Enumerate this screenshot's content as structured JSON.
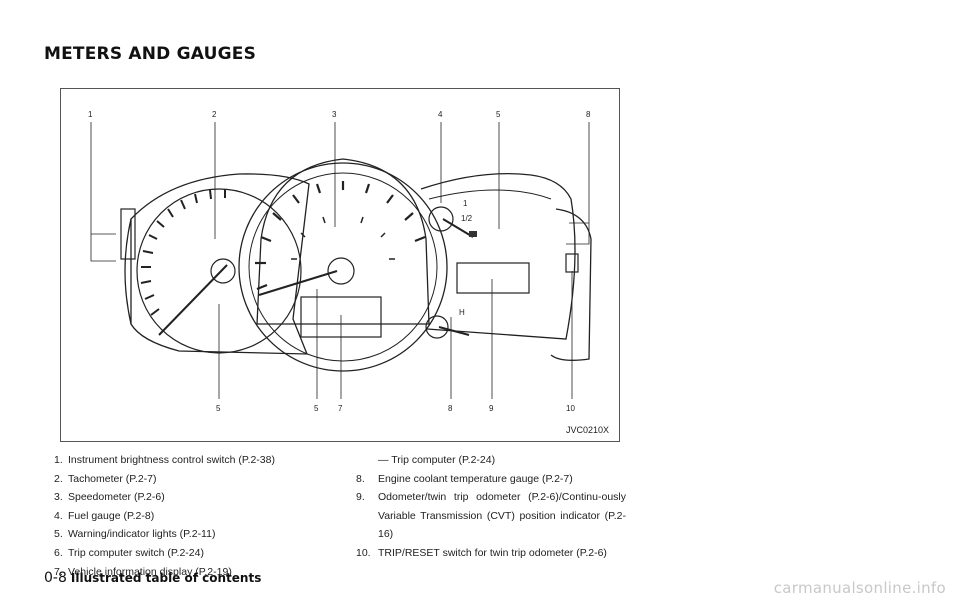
{
  "section_title": "METERS AND GAUGES",
  "figure": {
    "code": "JVC0210X",
    "top_callouts": [
      "1",
      "2",
      "3",
      "4",
      "5",
      "8"
    ],
    "bottom_callouts": [
      "5",
      "5",
      "7",
      "8",
      "9",
      "10"
    ],
    "gauge_marks": {
      "full": "1",
      "half": "1/2",
      "hot": "H"
    }
  },
  "items_left": [
    {
      "num": "1.",
      "text": "Instrument brightness control switch (P.2-38)"
    },
    {
      "num": "2.",
      "text": "Tachometer (P.2-7)"
    },
    {
      "num": "3.",
      "text": "Speedometer (P.2-6)"
    },
    {
      "num": "4.",
      "text": "Fuel gauge (P.2-8)"
    },
    {
      "num": "5.",
      "text": "Warning/indicator lights (P.2-11)"
    },
    {
      "num": "6.",
      "text": "Trip computer switch (P.2-24)"
    },
    {
      "num": "7.",
      "text": "Vehicle information display (P.2-19)"
    }
  ],
  "items_right": {
    "continuation": "— Trip computer (P.2-24)",
    "items": [
      {
        "num": "8.",
        "text": "Engine coolant temperature gauge (P.2-7)"
      },
      {
        "num": "9.",
        "text": "Odometer/twin trip odometer (P.2-6)/Continu-ously Variable Transmission (CVT) position indicator (P.2-16)"
      },
      {
        "num": "10.",
        "text": "TRIP/RESET switch for twin trip odometer (P.2-6)"
      }
    ]
  },
  "footer": {
    "page": "0-8",
    "section": "Illustrated table of contents"
  },
  "watermark": "carmanualsonline.info"
}
